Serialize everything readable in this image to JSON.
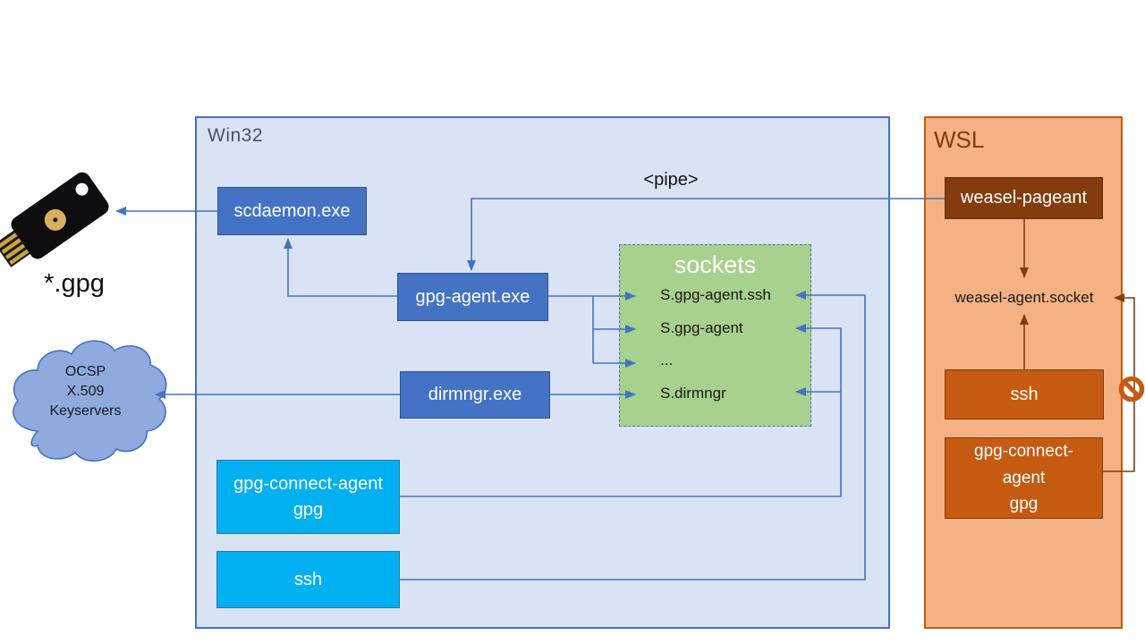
{
  "win32": {
    "label": "Win32",
    "scdaemon": "scdaemon.exe",
    "gpg_agent": "gpg-agent.exe",
    "dirmngr": "dirmngr.exe",
    "gpg_connect_agent": {
      "line1": "gpg-connect-agent",
      "line2": "gpg"
    },
    "ssh": "ssh",
    "sockets": {
      "title": "sockets",
      "entries": [
        "S.gpg-agent.ssh",
        "S.gpg-agent",
        "...",
        "S.dirmngr"
      ]
    }
  },
  "wsl": {
    "label": "WSL",
    "weasel_pageant": "weasel-pageant",
    "weasel_agent_socket": "weasel-agent.socket",
    "ssh": "ssh",
    "gpg_connect_agent": {
      "line1": "gpg-connect-",
      "line2": "agent",
      "line3": "gpg"
    }
  },
  "external": {
    "gpg_files": "*.gpg",
    "cloud_lines": {
      "l1": "OCSP",
      "l2": "X.509",
      "l3": "Keyservers"
    }
  },
  "annotations": {
    "pipe": "<pipe>"
  },
  "colors": {
    "win32_bg": "#DAE3F3",
    "win32_border": "#4472C4",
    "node_blue": "#4472C4",
    "node_cyan": "#00B0F0",
    "sockets_green": "#A9D18E",
    "wsl_bg": "#F4B183",
    "wsl_border": "#C55A11",
    "node_dark_brown": "#843C0C",
    "node_orange": "#C55A11",
    "wire_blue": "#4472C4",
    "wire_brown": "#843C0C",
    "cloud_fill": "#8FAADC",
    "blocked_icon": "#C55A11"
  }
}
